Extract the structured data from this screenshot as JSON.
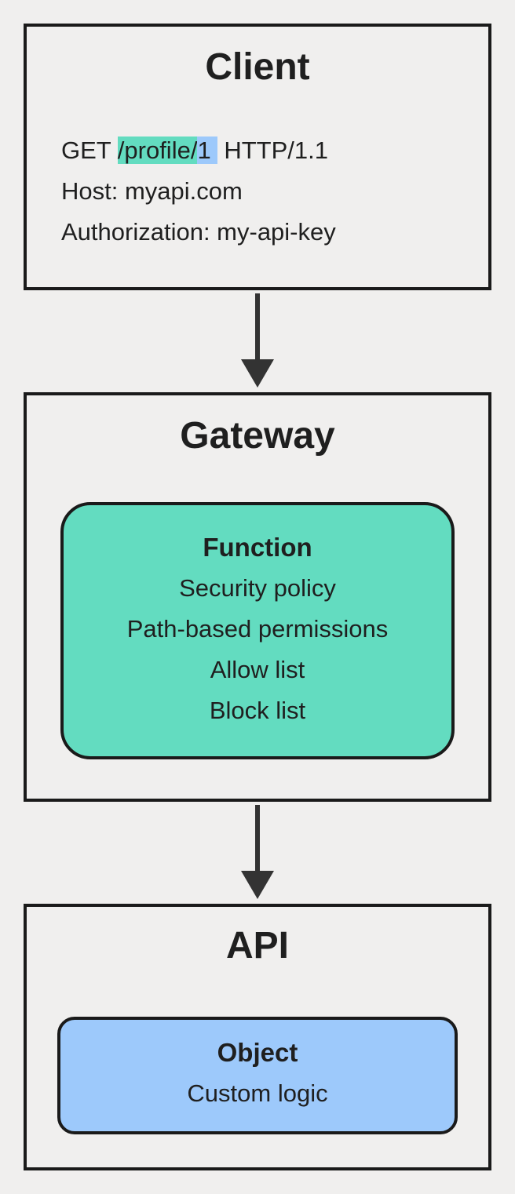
{
  "colors": {
    "background": "#f0efee",
    "panel_border": "#1a1a1a",
    "teal": "#63dcc0",
    "blue": "#9dc9fb",
    "arrow": "#333333"
  },
  "client": {
    "title": "Client",
    "request_line": {
      "method": "GET ",
      "path": "/profile/",
      "id": "1",
      "protocol": " HTTP/1.1"
    },
    "lines": [
      "Host: myapi.com",
      "Authorization: my-api-key"
    ]
  },
  "gateway": {
    "title": "Gateway",
    "function_box": {
      "title": "Function",
      "items": [
        "Security policy",
        "Path-based permissions",
        "Allow list",
        "Block list"
      ]
    }
  },
  "api": {
    "title": "API",
    "object_box": {
      "title": "Object",
      "items": [
        "Custom logic"
      ]
    }
  }
}
